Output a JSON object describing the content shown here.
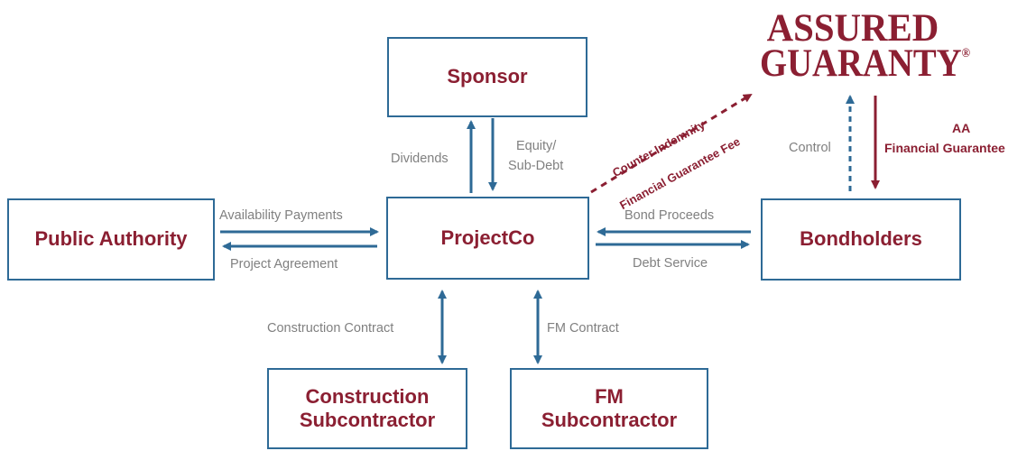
{
  "logo": {
    "line1": "ASSURED",
    "line2": "GUARANTY",
    "reg": "®"
  },
  "boxes": {
    "sponsor": "Sponsor",
    "public_authority": "Public Authority",
    "projectco": "ProjectCo",
    "bondholders": "Bondholders",
    "construction_line1": "Construction",
    "construction_line2": "Subcontractor",
    "fm_line1": "FM",
    "fm_line2": "Subcontractor"
  },
  "labels": {
    "dividends": "Dividends",
    "equity_line1": "Equity/",
    "equity_line2": "Sub-Debt",
    "counter_indemnity": "Counter Indemnity",
    "financial_guarantee_fee": "Financial Guarantee Fee",
    "control": "Control",
    "aa": "AA",
    "financial_guarantee": "Financial Guarantee",
    "availability_payments": "Availability Payments",
    "project_agreement": "Project Agreement",
    "bond_proceeds": "Bond Proceeds",
    "debt_service": "Debt Service",
    "construction_contract": "Construction Contract",
    "fm_contract": "FM Contract"
  },
  "colors": {
    "blue": "#2e6a96",
    "maroon": "#8b1f32",
    "grey": "#808080"
  }
}
